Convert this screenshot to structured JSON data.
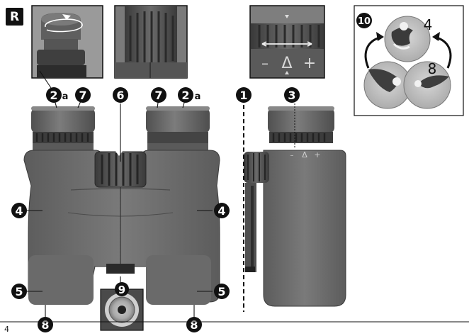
{
  "section_badge": "R",
  "page_number": "4",
  "labels": {
    "eyecup_left": "2",
    "eyecup_left_suffix": "a",
    "diopter_left": "7",
    "focus_wheel": "6",
    "diopter_right": "7",
    "eyecup_right": "2",
    "eyecup_right_suffix": "a",
    "strap_eyelet": "1",
    "diopter_scale": "3",
    "body_left": "4",
    "body_right": "4",
    "objective_left": "5",
    "objective_right": "5",
    "tripod_thread": "9",
    "lens_cover_left": "8",
    "lens_cover_right": "8",
    "comparison": "10"
  },
  "diopter_symbols": {
    "minus": "–",
    "delta": "Δ",
    "plus": "+"
  },
  "inset_numbers": {
    "top": "4",
    "bottom": "8"
  },
  "colors": {
    "body": "#6e6e6e",
    "body_dark": "#555555",
    "rubber": "#4a4a4a",
    "callout": "#111111"
  }
}
